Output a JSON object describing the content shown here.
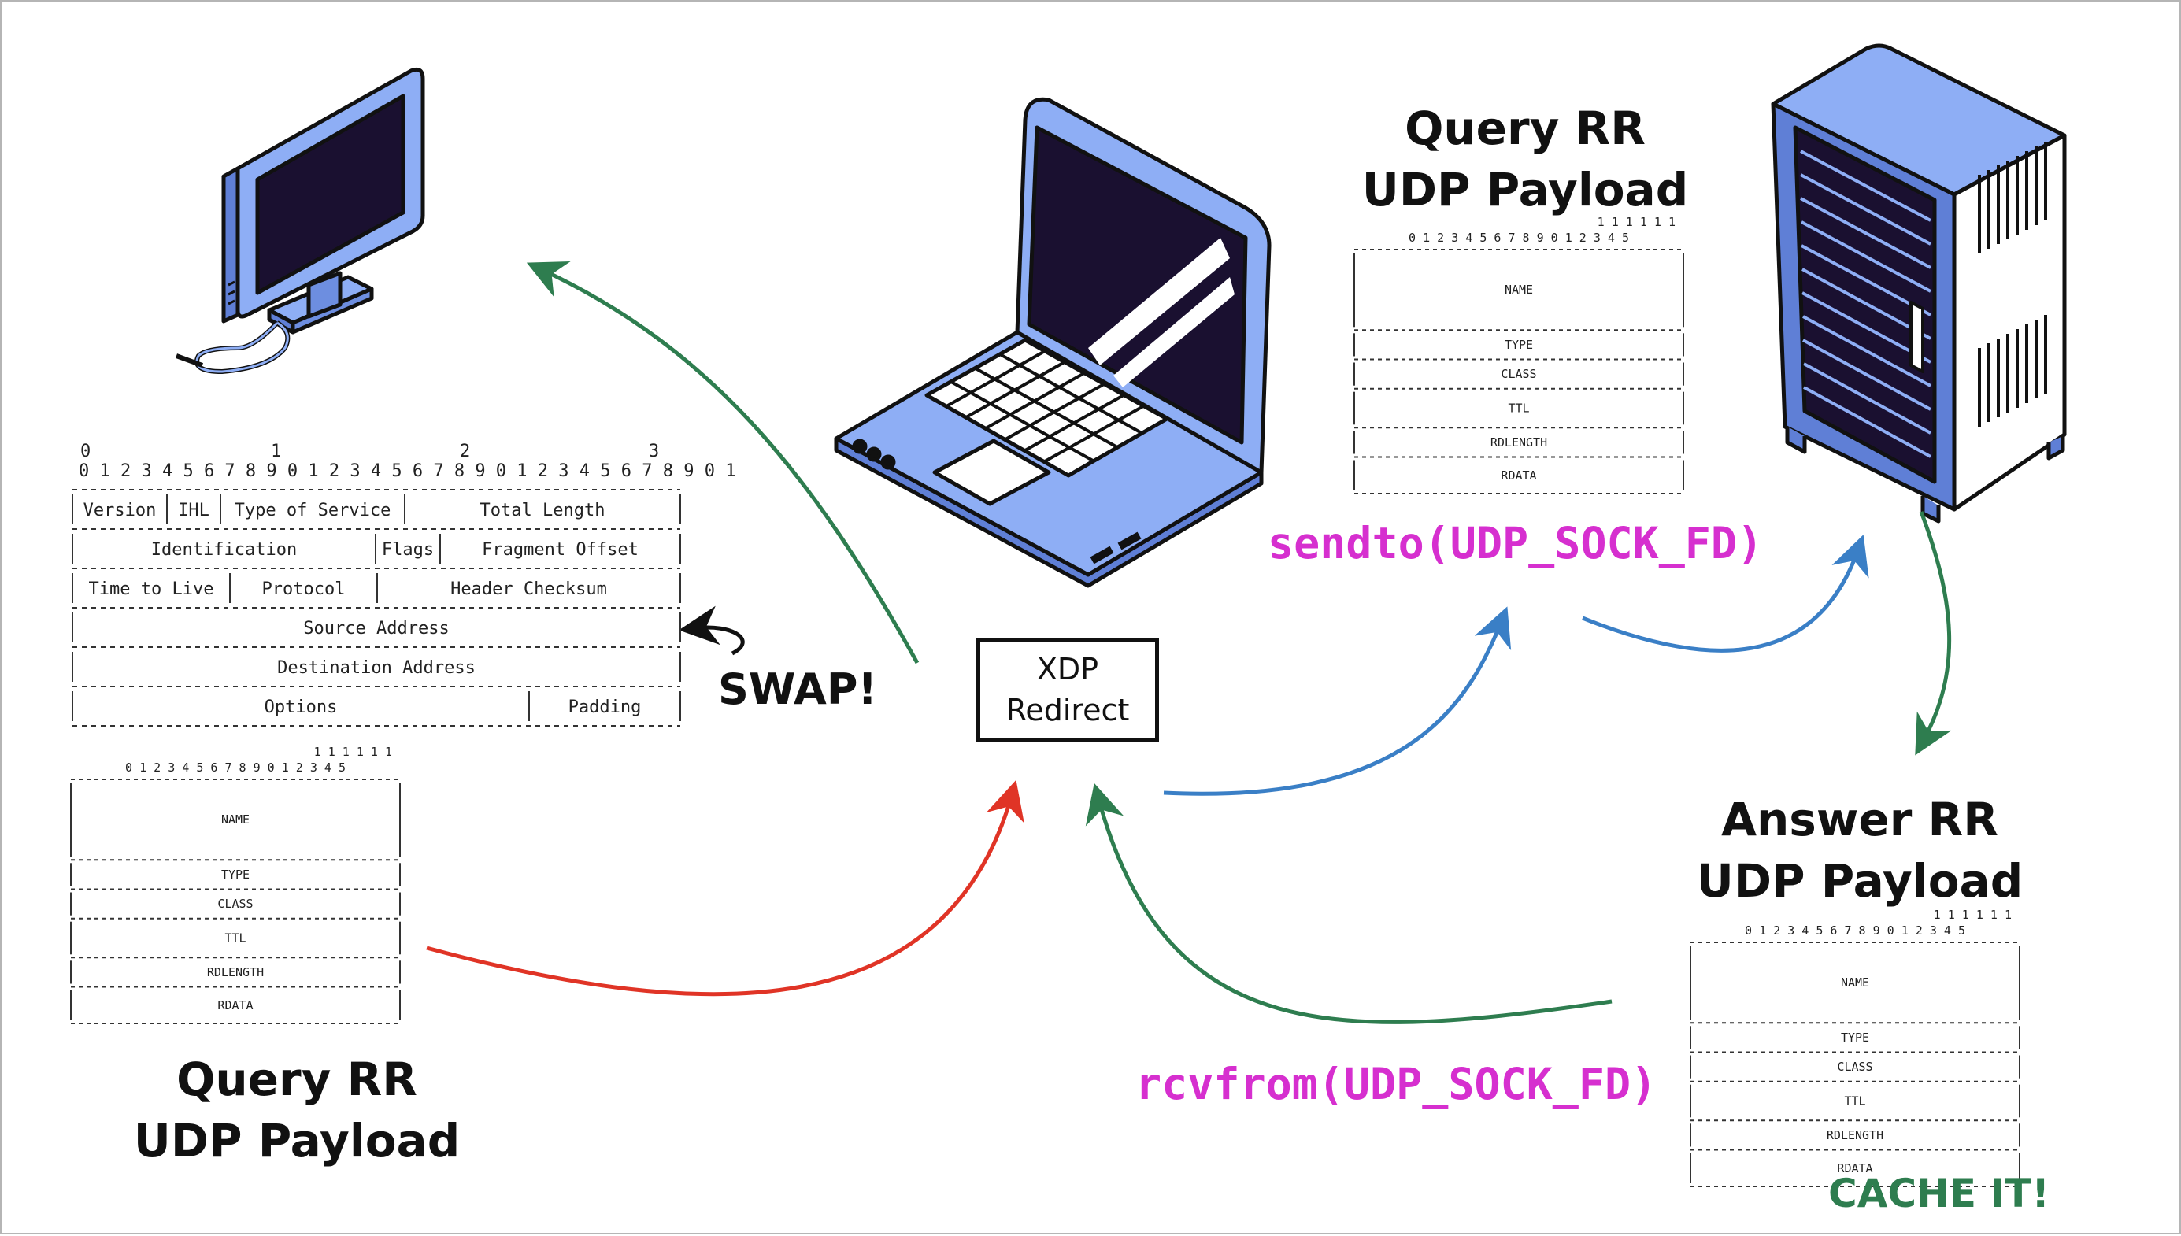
{
  "headings": {
    "query_rr_left": "Query RR\nUDP Payload",
    "query_rr_top": "Query RR\nUDP Payload",
    "answer_rr": "Answer RR\nUDP Payload"
  },
  "xdp_box": {
    "line1": "XDP",
    "line2": "Redirect"
  },
  "labels": {
    "sendto": "sendto(UDP_SOCK_FD)",
    "rcvfrom": "rcvfrom(UDP_SOCK_FD)",
    "swap": "SWAP!",
    "cache": "CACHE IT!"
  },
  "ip_header": {
    "tens_row": [
      "0",
      "1",
      "2",
      "3"
    ],
    "ones_row": "0 1 2 3 4 5 6 7 8 9 0 1 2 3 4 5 6 7 8 9 0 1 2 3 4 5 6 7 8 9 0 1",
    "rows": [
      [
        "Version",
        "IHL",
        "Type of Service",
        "Total Length"
      ],
      [
        "Identification",
        "Flags",
        "Fragment Offset"
      ],
      [
        "Time to Live",
        "Protocol",
        "Header Checksum"
      ],
      [
        "Source Address"
      ],
      [
        "Destination Address"
      ],
      [
        "Options",
        "Padding"
      ]
    ]
  },
  "rr_table": {
    "ones_top": "1 1 1 1 1 1",
    "bits": "0 1 2 3 4 5 6 7 8 9 0 1 2 3 4 5",
    "fields": [
      "NAME",
      "TYPE",
      "CLASS",
      "TTL",
      "RDLENGTH",
      "RDATA"
    ]
  },
  "colors": {
    "green_arrow": "#2e7d4f",
    "blue_arrow": "#3a7fc6",
    "red_arrow": "#e03426",
    "magenta_code": "#d62fcf",
    "cache_green": "#2e7d4f",
    "device_blue": "#8eaef5",
    "device_dark": "#1a1030"
  },
  "icons": [
    "monitor-icon",
    "laptop-icon",
    "server-rack-icon"
  ]
}
